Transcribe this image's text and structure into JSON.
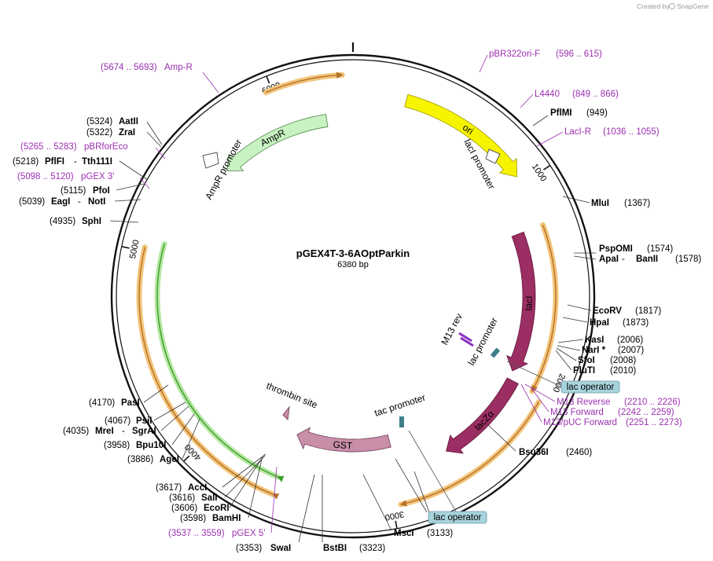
{
  "credit": {
    "created_by": "Created by",
    "app": "SnapGene"
  },
  "plasmid": {
    "name": "pGEX4T-3-6AOptParkin",
    "size_label": "6380 bp",
    "length": 6380
  },
  "ticks": [
    {
      "pos": 1000,
      "label": "1000"
    },
    {
      "pos": 2000,
      "label": "2000"
    },
    {
      "pos": 3000,
      "label": "3000"
    },
    {
      "pos": 4000,
      "label": "4000"
    },
    {
      "pos": 5000,
      "label": "5000"
    },
    {
      "pos": 6000,
      "label": "6000"
    }
  ],
  "features": [
    {
      "id": "ori",
      "label": "ori",
      "color": "#f7f400",
      "stroke": "#a8a200",
      "start": 270,
      "end": 955,
      "dir": 1
    },
    {
      "id": "laci",
      "label": "lacI",
      "color": "#9b2e62",
      "stroke": "#6a1d42",
      "start": 1230,
      "end": 2040,
      "dir": 1
    },
    {
      "id": "lacza",
      "label": "lacZα",
      "color": "#9b2e62",
      "stroke": "#6a1d42",
      "start": 2090,
      "end": 2640,
      "dir": 1
    },
    {
      "id": "gst",
      "label": "GST",
      "color": "#c98ea8",
      "stroke": "#7a4d63",
      "start": 2940,
      "end": 3580,
      "dir": 1
    },
    {
      "id": "ampr",
      "label": "AmpR",
      "color": "#c8f2c2",
      "stroke": "#5c8f55",
      "start": 5580,
      "end": 6230,
      "dir": -1
    }
  ],
  "feature_labels": [
    {
      "id": "laci-promoter",
      "label": "lacI promoter"
    },
    {
      "id": "lac-promoter",
      "label": "lac promoter"
    },
    {
      "id": "tac-promoter",
      "label": "tac promoter"
    },
    {
      "id": "thrombin-site",
      "label": "thrombin site"
    },
    {
      "id": "ampr-promoter",
      "label": "AmpR promoter"
    },
    {
      "id": "m13-rev",
      "label": "M13 rev"
    }
  ],
  "sites_right": [
    {
      "name": "PflMI",
      "pos": "(949)"
    },
    {
      "name": "MluI",
      "pos": "(1367)"
    },
    {
      "name": "PspOMI",
      "pos": "(1574)"
    },
    {
      "name": "ApaI",
      "name2": "BanII",
      "pos": "(1578)"
    },
    {
      "name": "EcoRV",
      "pos": "(1817)"
    },
    {
      "name": "HpaI",
      "pos": "(1873)"
    },
    {
      "name": "KasI",
      "pos": "(2006)"
    },
    {
      "name": "NarI *",
      "pos": "(2007)"
    },
    {
      "name": "SfoI",
      "pos": "(2008)"
    },
    {
      "name": "PluTI",
      "pos": "(2010)"
    },
    {
      "name": "Bsu36I",
      "pos": "(2460)"
    }
  ],
  "sites_bottom": [
    {
      "name": "MscI",
      "pos": "(3133)"
    },
    {
      "name": "BstBI",
      "pos": "(3323)"
    },
    {
      "name": "SwaI",
      "pos": "(3353)"
    }
  ],
  "sites_left": [
    {
      "name": "AatII",
      "pos": "(5324)"
    },
    {
      "name": "ZraI",
      "pos": "(5322)"
    },
    {
      "name": "PflFI",
      "name2": "Tth111I",
      "pos": "(5218)"
    },
    {
      "name": "PfoI",
      "pos": "(5115)"
    },
    {
      "name": "EagI",
      "name2": "NotI",
      "pos": "(5039)"
    },
    {
      "name": "SphI",
      "pos": "(4935)"
    },
    {
      "name": "PasI",
      "pos": "(4170)"
    },
    {
      "name": "PsiI",
      "pos": "(4067)"
    },
    {
      "name": "MreI",
      "name2": "SgrAI",
      "pos": "(4035)"
    },
    {
      "name": "Bpu10I",
      "pos": "(3958)"
    },
    {
      "name": "AgeI",
      "pos": "(3886)"
    },
    {
      "name": "AccI",
      "pos": "(3617)"
    },
    {
      "name": "SalI",
      "pos": "(3616)"
    },
    {
      "name": "EcoRI",
      "pos": "(3606)"
    },
    {
      "name": "BamHI",
      "pos": "(3598)"
    }
  ],
  "primers": [
    {
      "name": "pBR322ori-F",
      "range": "(596 .. 615)"
    },
    {
      "name": "L4440",
      "range": "(849 .. 866)"
    },
    {
      "name": "LacI-R",
      "range": "(1036 .. 1055)"
    },
    {
      "name": "M13 Reverse",
      "range": "(2210 .. 2226)"
    },
    {
      "name": "M13 Forward",
      "range": "(2242 .. 2259)"
    },
    {
      "name": "M13/pUC Forward",
      "range": "(2251 .. 2273)"
    },
    {
      "name": "pGEX 5'",
      "range": "(3537 .. 3559)"
    },
    {
      "name": "pGEX 3'",
      "range": "(5098 .. 5120)"
    },
    {
      "name": "pBRforEco",
      "range": "(5265 .. 5283)"
    },
    {
      "name": "Amp-R",
      "range": "(5674 .. 5693)"
    }
  ],
  "operators": [
    {
      "label": "lac operator"
    },
    {
      "label": "lac operator"
    }
  ],
  "colors": {
    "orf_arc": "#f3c47a",
    "orf_core": "#b5702a",
    "green_arc": "#b5e8a3",
    "green_core": "#3d9d2a",
    "primer": "#9b2fb0"
  }
}
